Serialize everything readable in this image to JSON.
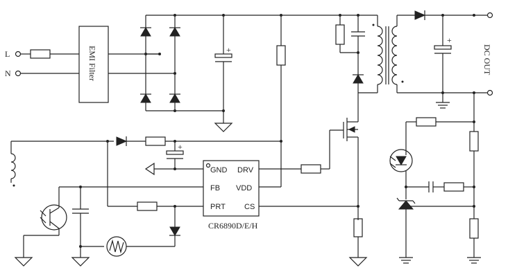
{
  "labels": {
    "input_line": "L",
    "input_neutral": "N",
    "emi_filter": "EMI Filter",
    "dc_out": "DC OUT",
    "chip_part": "CR6890D/E/H",
    "pin_gnd": "GND",
    "pin_drv": "DRV",
    "pin_fb": "FB",
    "pin_vdd": "VDD",
    "pin_prt": "PRT",
    "pin_cs": "CS",
    "cap_plus": "+"
  }
}
